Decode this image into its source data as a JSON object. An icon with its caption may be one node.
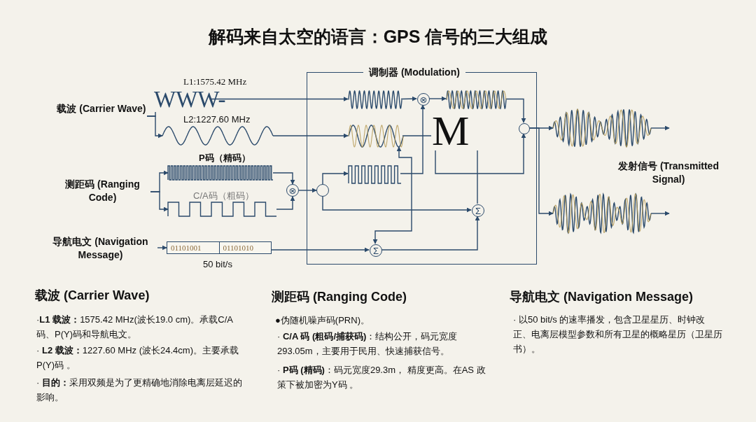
{
  "diagram": {
    "title": "解码来自太空的语言：GPS 信号的三大组成",
    "nodes": [
      {
        "text": [
          "载波 (Carrier Wave)"
        ]
      },
      {
        "text": [
          "WWW-"
        ],
        "beside": [
          "L1:1575.42 MHz"
        ]
      },
      {
        "text": [],
        "shape": "wave",
        "beside": [
          "L2:1227.60 MHz"
        ]
      },
      {
        "text": [
          "测距码 (Ranging Code)"
        ]
      },
      {
        "text": [],
        "shape": "wave",
        "beside": [
          "P码（精码）"
        ]
      },
      {
        "text": [],
        "shape": "wave",
        "beside": [
          "C/A码（粗码）"
        ]
      },
      {
        "text": [
          "⊗"
        ]
      },
      {
        "text": [],
        "shape": "circle",
        "in": 10
      },
      {
        "text": [
          "导航电文 (Navigation Message)"
        ]
      },
      {
        "text": [
          "01101001",
          "01101010"
        ],
        "beside": [
          "50 bit/s"
        ]
      },
      {
        "text": [
          "调制器 (Modulation)"
        ]
      },
      {
        "text": [],
        "shape": "wave",
        "in": 10
      },
      {
        "text": [
          "⊗"
        ],
        "in": 10
      },
      {
        "text": [],
        "shape": "wave",
        "in": 10
      },
      {
        "text": [],
        "shape": "wave",
        "in": 10
      },
      {
        "text": [],
        "shape": "wave",
        "in": 10
      },
      {
        "text": [
          "M"
        ],
        "in": 10
      },
      {
        "text": [
          "Σ"
        ],
        "in": 10
      },
      {
        "text": [
          "Σ"
        ],
        "in": 10
      },
      {
        "text": [],
        "shape": "circle",
        "in": 10
      },
      {
        "text": [],
        "shape": "wave"
      },
      {
        "text": [],
        "shape": "wave"
      }
    ],
    "edges": [
      {
        "from": 0,
        "to": 1,
        "arrow": "none"
      },
      {
        "from": 0,
        "to": 2,
        "arrow": "to"
      },
      {
        "from": 1,
        "to": 11,
        "arrow": "to"
      },
      {
        "from": 2,
        "to": 14,
        "arrow": "to"
      },
      {
        "from": 3,
        "to": 4,
        "arrow": "to"
      },
      {
        "from": 3,
        "to": 5,
        "arrow": "to"
      },
      {
        "from": 4,
        "to": 6,
        "arrow": "to"
      },
      {
        "from": 5,
        "to": 6,
        "arrow": "to"
      },
      {
        "from": 6,
        "to": 7,
        "arrow": "to"
      },
      {
        "from": 7,
        "to": 15,
        "arrow": "to"
      },
      {
        "from": 7,
        "to": 17,
        "arrow": "to"
      },
      {
        "from": 8,
        "to": 9,
        "arrow": "to"
      },
      {
        "from": 9,
        "to": 18,
        "arrow": "to"
      },
      {
        "from": 11,
        "to": 12,
        "arrow": "to"
      },
      {
        "from": 15,
        "to": 12,
        "arrow": "to"
      },
      {
        "from": 12,
        "to": 13,
        "arrow": "to"
      },
      {
        "from": 13,
        "to": 19,
        "arrow": "to"
      },
      {
        "from": 14,
        "to": 18,
        "arrow": "both"
      },
      {
        "from": 18,
        "to": 17,
        "arrow": "to"
      },
      {
        "from": 14,
        "to": 16,
        "arrow": "none"
      },
      {
        "from": 16,
        "to": 19,
        "arrow": "to"
      },
      {
        "from": 17,
        "to": 16,
        "arrow": "none"
      },
      {
        "from": 19,
        "to": 20,
        "arrow": "to"
      },
      {
        "from": 19,
        "to": 21,
        "arrow": "to"
      },
      {
        "from": 20,
        "to": null,
        "arrow": "to"
      },
      {
        "from": 21,
        "to": null,
        "arrow": "to"
      }
    ],
    "labels": [
      "发射信号 (Transmitted Signal)",
      "载波 (Carrier Wave)",
      "·**L1 载波：**1575.42 MHz(波长19.0 cm)。承载C/A码、P(Y)码和导航电文。",
      "· **L2 载波：**1227.60 MHz (波长24.4cm)。主要承载P(Y)码 。",
      "· **目的：**采用双频是为了更精确地消除电离层延迟的影响。",
      "测距码 (Ranging Code)",
      "●伪随机噪声码(PRN)。",
      "· **C/A 码 (粗码/捕获码)**：结构公开，码元宽度293.05m，主要用于民用、快速捕获信号。",
      "· **P码 (精码)**：码元宽度29.3m， 精度更高。在AS 政策下被加密为Y码 。",
      "导航电文 (Navigation Message)",
      "· 以50 bit/s 的速率播发，包含卫星星历、时钟改正、电离层模型参数和所有卫星的概略星历（卫星历书）。"
    ]
  }
}
